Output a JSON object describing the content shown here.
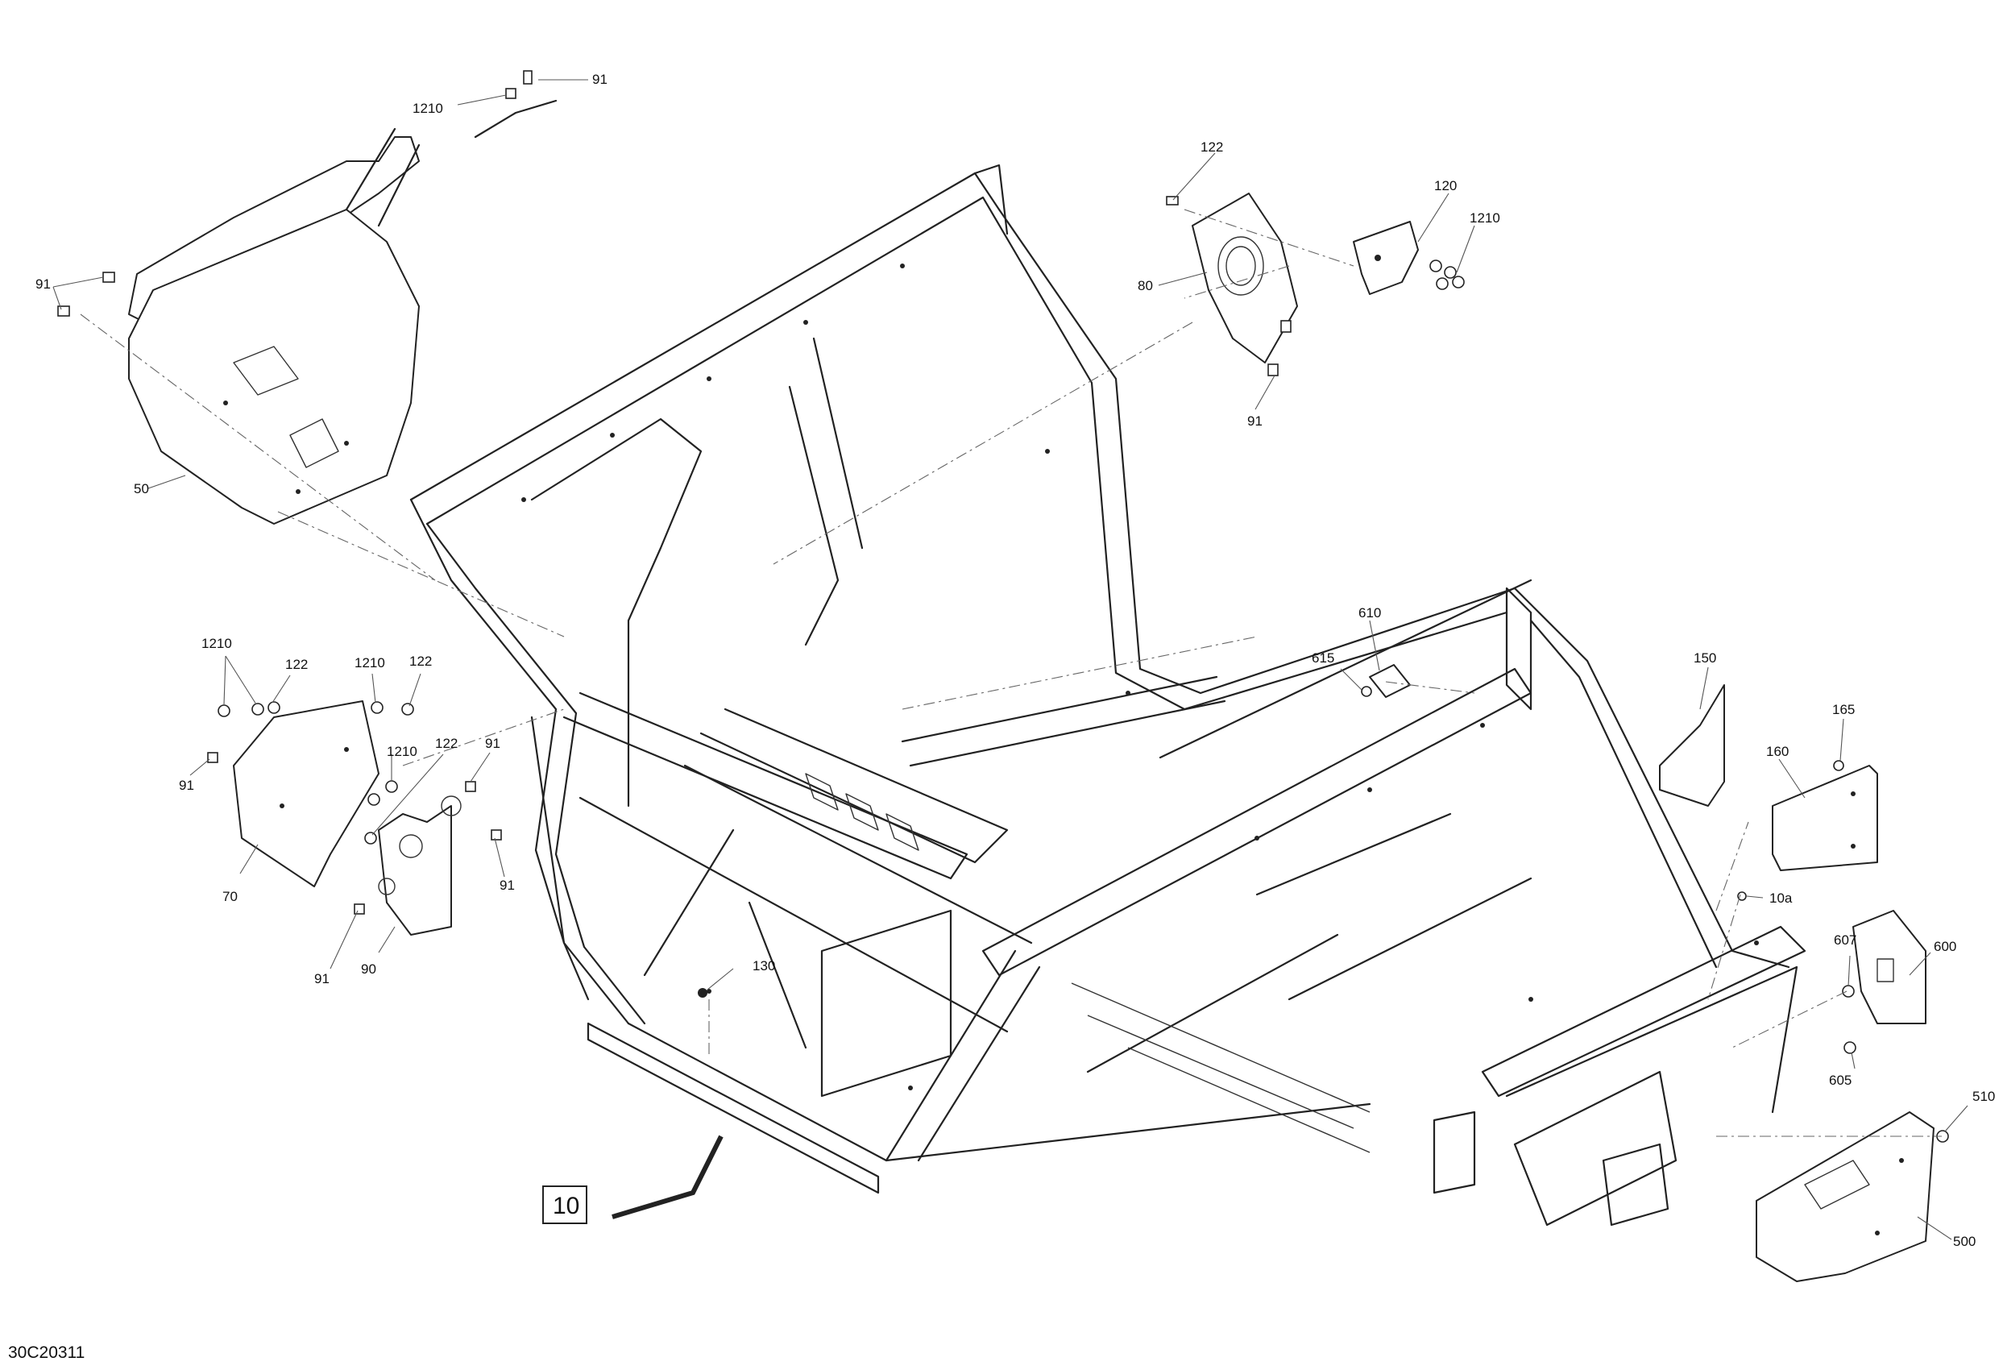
{
  "drawing_code": "30C20311",
  "assembly_reference": "10",
  "callouts": {
    "c91_top": "91",
    "c1210_top": "1210",
    "c91_left": "91",
    "c50": "50",
    "c122_top": "122",
    "c120": "120",
    "c1210_right": "1210",
    "c80": "80",
    "c91_mid": "91",
    "c1210_a": "1210",
    "c122_a": "122",
    "c1210_b": "1210",
    "c122_b": "122",
    "c1210_c": "1210",
    "c122_c": "122",
    "c91_d": "91",
    "c91_e": "91",
    "c91_f": "91",
    "c70": "70",
    "c91_g": "91",
    "c90": "90",
    "c130": "130",
    "c610": "610",
    "c615": "615",
    "c150": "150",
    "c165": "165",
    "c160": "160",
    "c10a": "10a",
    "c607": "607",
    "c600": "600",
    "c605": "605",
    "c510": "510",
    "c500": "500"
  }
}
